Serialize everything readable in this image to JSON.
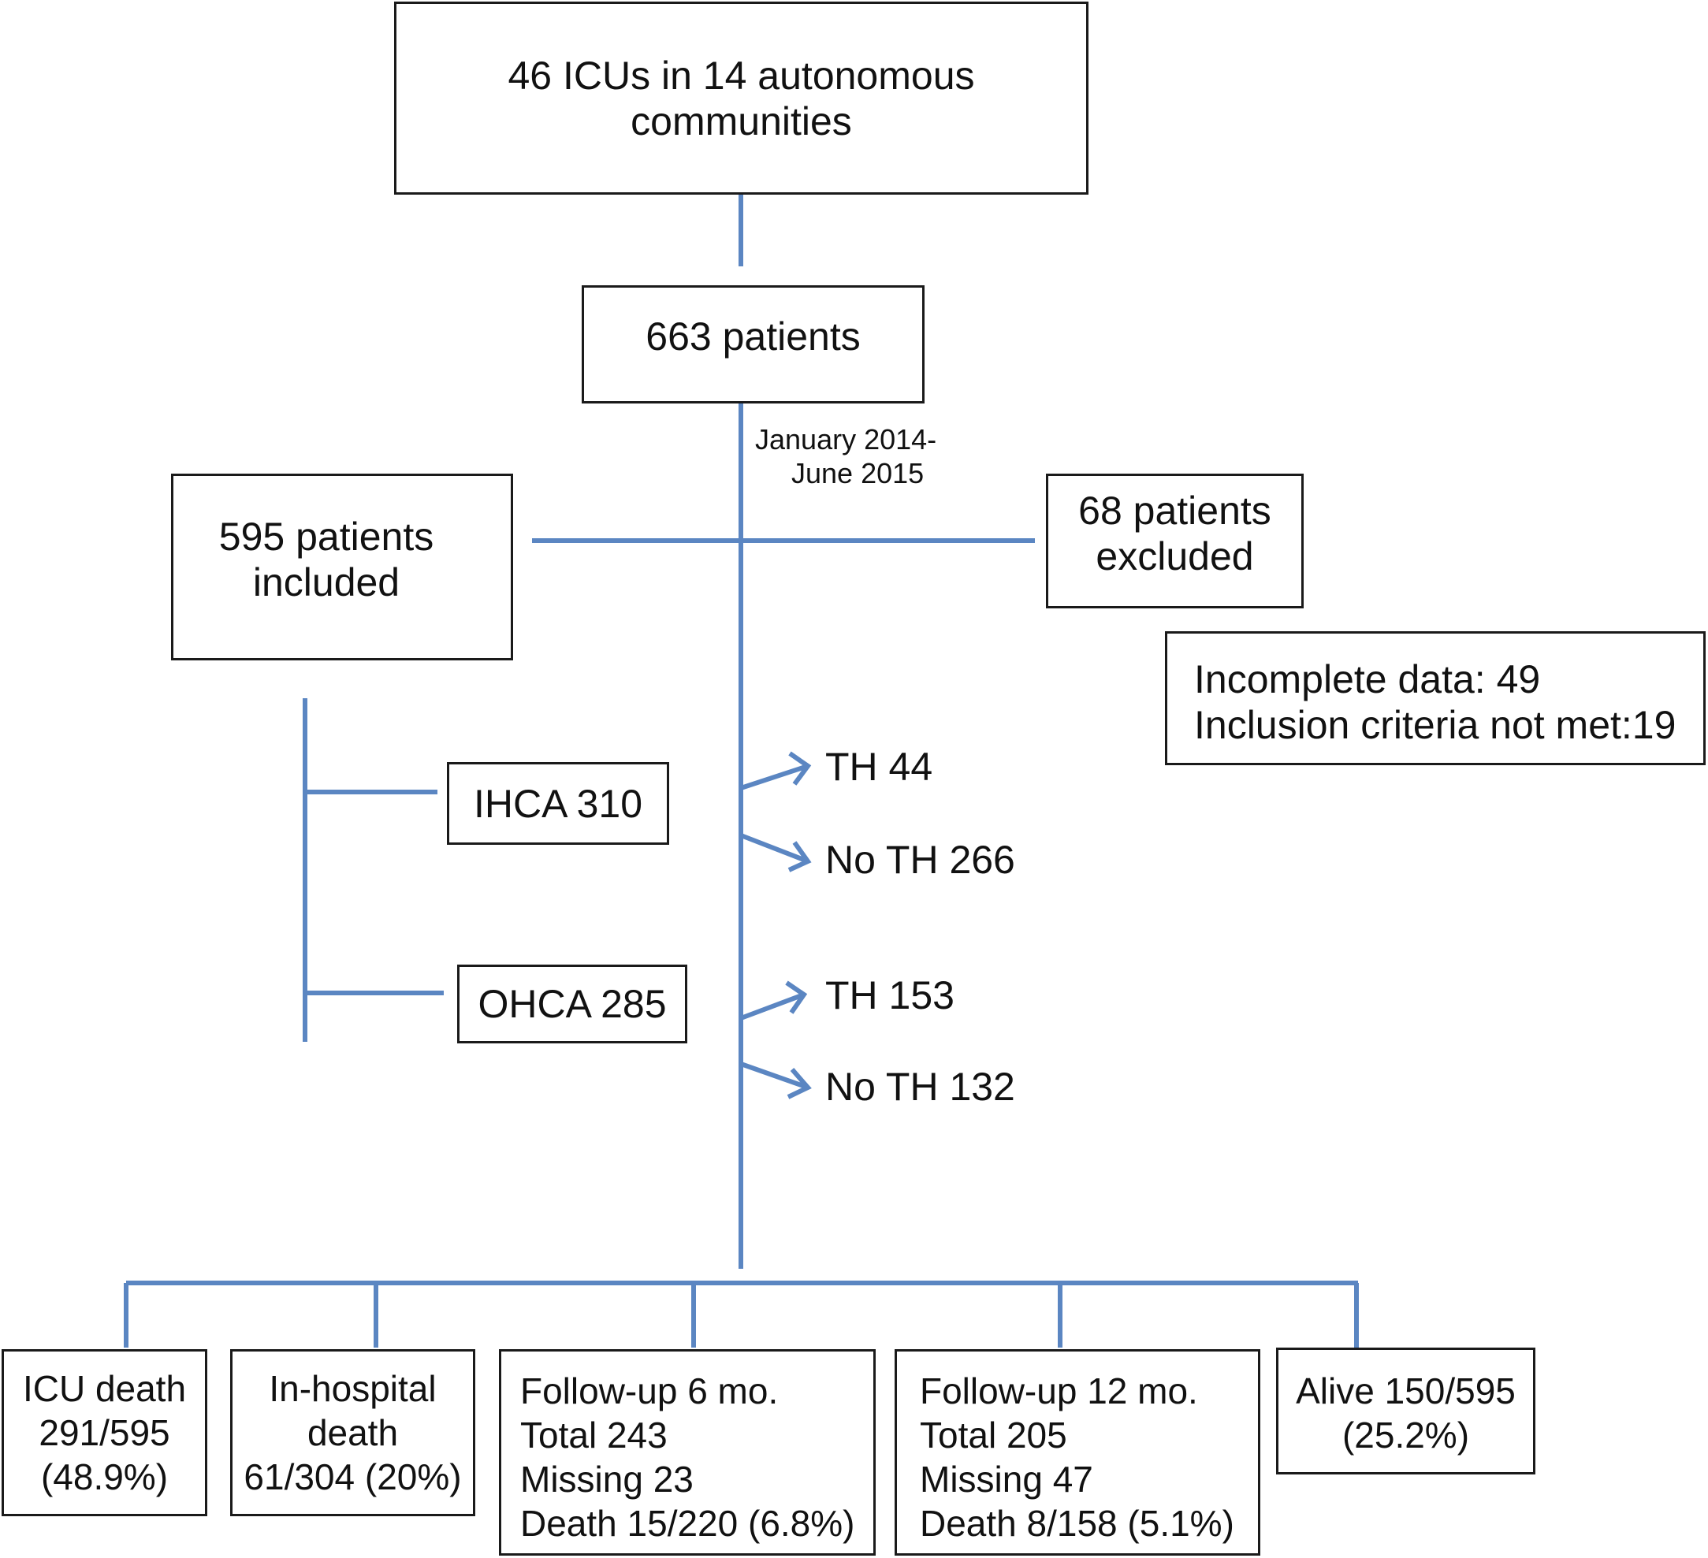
{
  "top": {
    "line1": "46 ICUs in 14 autonomous",
    "line2": "communities"
  },
  "patients": "663 patients",
  "period": {
    "line1": "January 2014-",
    "line2": "June 2015"
  },
  "included": {
    "line1": "595 patients",
    "line2": "included"
  },
  "excluded": {
    "line1": "68 patients",
    "line2": "excluded"
  },
  "exclusion_reasons": {
    "line1": "Incomplete data: 49",
    "line2": "Inclusion criteria not met:19"
  },
  "ihca": "IHCA 310",
  "ohca": "OHCA 285",
  "branches": {
    "ihca_th": "TH 44",
    "ihca_no_th": "No TH 266",
    "ohca_th": "TH 153",
    "ohca_no_th": "No TH 132"
  },
  "outcomes": {
    "icu_death": [
      "ICU death",
      "291/595",
      "(48.9%)"
    ],
    "in_hospital": [
      "In-hospital",
      "death",
      "61/304 (20%)"
    ],
    "followup6": [
      "Follow-up 6 mo.",
      "Total 243",
      "Missing 23",
      "Death 15/220 (6.8%)"
    ],
    "followup12": [
      "Follow-up 12 mo.",
      "Total 205",
      "Missing 47",
      "Death 8/158 (5.1%)"
    ],
    "alive": [
      "Alive 150/595",
      "(25.2%)"
    ]
  },
  "colors": {
    "connector": "#5b86c2",
    "border": "#1a1a1a"
  }
}
